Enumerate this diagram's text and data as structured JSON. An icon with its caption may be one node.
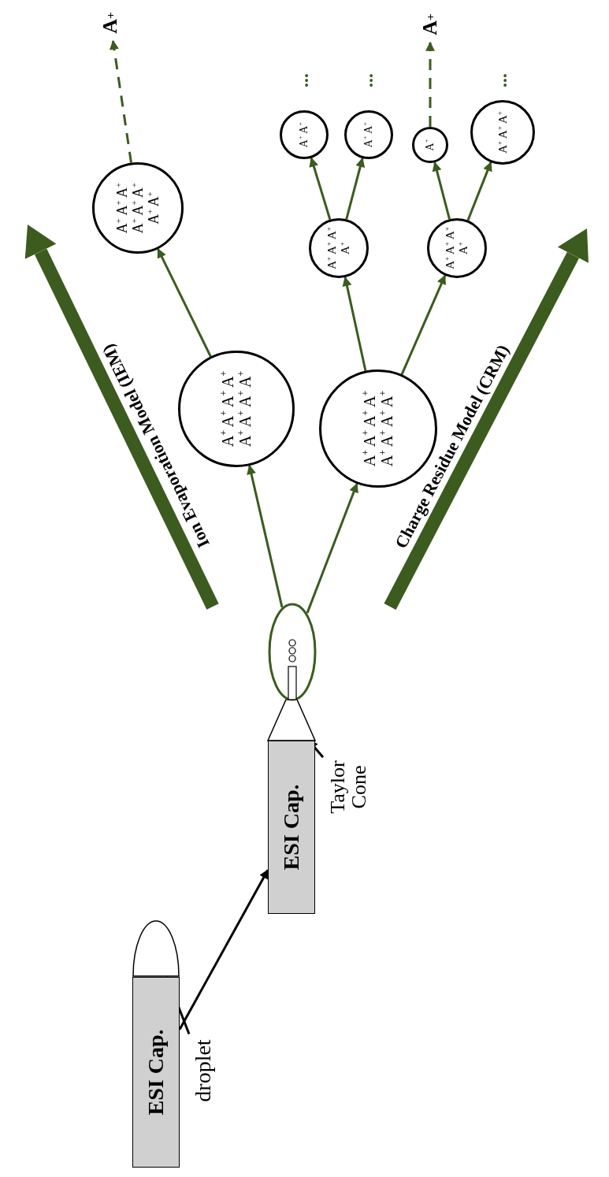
{
  "diagram": {
    "nodes": [
      {
        "text": [
          "ESI Cap."
        ]
      },
      {
        "text": [],
        "shape": "dome"
      },
      {
        "text": [
          "droplet"
        ]
      },
      {
        "text": [
          "ESI Cap."
        ]
      },
      {
        "text": [],
        "shape": "cone"
      },
      {
        "text": [
          "Taylor Cone"
        ]
      },
      {
        "text": [],
        "shape": "ellipse"
      },
      {
        "text": [
          "A$^{+}$ A$^{+}$ A$^{+}$ A$^{+}$ A$^{+}$ A$^{+}$ A$^{+}$ A$^{+}$"
        ]
      },
      {
        "text": [
          "A$^{+}$ A$^{+}$ A$^{+}$ A$^{+}$ A$^{+}$ A$^{+}$ A$^{+}$ A$^{+}$"
        ]
      },
      {
        "text": [
          "A$^{+}$ A$^{+}$ A$^{+}$ A$^{+}$ A$^{+}$ A$^{+}$ A$^{+}$ A$^{+}$"
        ]
      },
      {
        "text": [
          "A$^{+}$"
        ]
      },
      {
        "text": [
          "A$^{+}$ A$^{+}$ A$^{+}$ A$^{+}$"
        ]
      },
      {
        "text": [
          "A$^{+}$ A$^{+}$ A$^{+}$ A$^{+}$"
        ]
      },
      {
        "text": [
          "A$^{+}$ A$^{+}$"
        ]
      },
      {
        "text": [
          "A$^{+}$ A$^{+}$"
        ]
      },
      {
        "text": [
          "A$^{+}$"
        ]
      },
      {
        "text": [
          "A$^{+}$ A$^{+}$ A$^{+}$"
        ]
      },
      {
        "text": [
          "A$^{+}$"
        ]
      }
    ],
    "edges": [
      {
        "from": 0,
        "to": 3,
        "arrow": "to",
        "color": "#000000"
      },
      {
        "from": 2,
        "to": 1,
        "arrow": "to",
        "color": "#000000"
      },
      {
        "from": 5,
        "to": 4,
        "arrow": "to",
        "color": "#000000"
      },
      {
        "from": 6,
        "to": 7,
        "arrow": "to"
      },
      {
        "from": 6,
        "to": 8,
        "arrow": "to"
      },
      {
        "from": 7,
        "to": 9,
        "arrow": "to"
      },
      {
        "from": 9,
        "to": 10,
        "arrow": "to",
        "style": "dashed"
      },
      {
        "from": 8,
        "to": 11,
        "arrow": "to"
      },
      {
        "from": 8,
        "to": 12,
        "arrow": "to"
      },
      {
        "from": 11,
        "to": 13,
        "arrow": "to"
      },
      {
        "from": 11,
        "to": 14,
        "arrow": "to"
      },
      {
        "from": 12,
        "to": 15,
        "arrow": "to"
      },
      {
        "from": 12,
        "to": 16,
        "arrow": "to"
      },
      {
        "from": 15,
        "to": 17,
        "arrow": "to",
        "style": "dashed"
      }
    ],
    "labels": [
      "Ion Evaporation Model (IEM)",
      "Charge Residue Model (CRM)",
      "...",
      "...",
      "..."
    ]
  }
}
